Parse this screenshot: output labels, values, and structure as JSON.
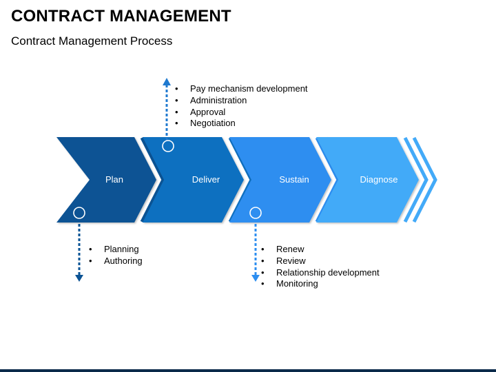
{
  "title": "CONTRACT MANAGEMENT",
  "subtitle": "Contract Management Process",
  "colors": {
    "plan": "#0b5394",
    "deliver": "#1070c0",
    "sustain": "#2d8ef0",
    "diagnose": "#43aaf8",
    "connector_up": "#1f79cf",
    "connector_down_left": "#0b5394",
    "connector_down_mid": "#2d8ef0"
  },
  "stages": [
    {
      "label": "Plan"
    },
    {
      "label": "Deliver"
    },
    {
      "label": "Sustain"
    },
    {
      "label": "Diagnose"
    }
  ],
  "notes": {
    "deliver": [
      "Pay mechanism development",
      "Administration",
      "Approval",
      "Negotiation"
    ],
    "plan": [
      "Planning",
      "Authoring"
    ],
    "sustain": [
      "Renew",
      "Review",
      "Relationship development",
      "Monitoring"
    ]
  }
}
